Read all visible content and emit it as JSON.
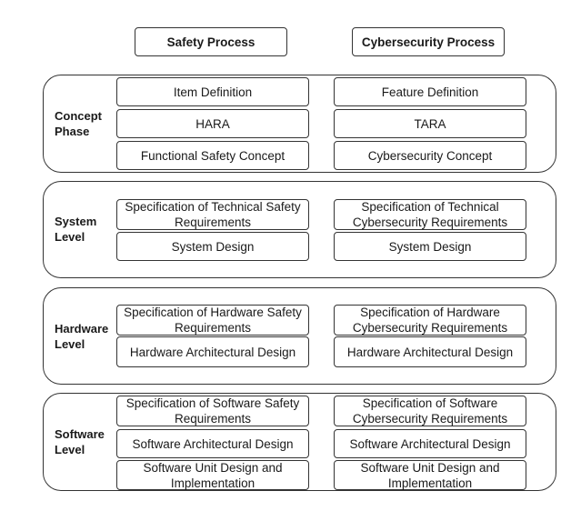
{
  "headers": {
    "safety": "Safety Process",
    "cyber": "Cybersecurity Process"
  },
  "phases": [
    {
      "label_line1": "Concept",
      "label_line2": "Phase",
      "safety": [
        "Item Definition",
        "HARA",
        "Functional Safety Concept"
      ],
      "cyber": [
        "Feature Definition",
        "TARA",
        "Cybersecurity Concept"
      ]
    },
    {
      "label_line1": "System",
      "label_line2": "Level",
      "safety": [
        "Specification of Technical Safety Requirements",
        "System Design"
      ],
      "cyber": [
        "Specification of Technical Cybersecurity Requirements",
        "System Design"
      ]
    },
    {
      "label_line1": "Hardware",
      "label_line2": "Level",
      "safety": [
        "Specification of Hardware Safety Requirements",
        "Hardware Architectural Design"
      ],
      "cyber": [
        "Specification of Hardware Cybersecurity Requirements",
        "Hardware Architectural Design"
      ]
    },
    {
      "label_line1": "Software",
      "label_line2": "Level",
      "safety": [
        "Specification of Software Safety Requirements",
        "Software Architectural Design",
        "Software Unit Design and Implementation"
      ],
      "cyber": [
        "Specification of Software Cybersecurity Requirements",
        "Software Architectural Design",
        "Software Unit Design and Implementation"
      ]
    }
  ]
}
